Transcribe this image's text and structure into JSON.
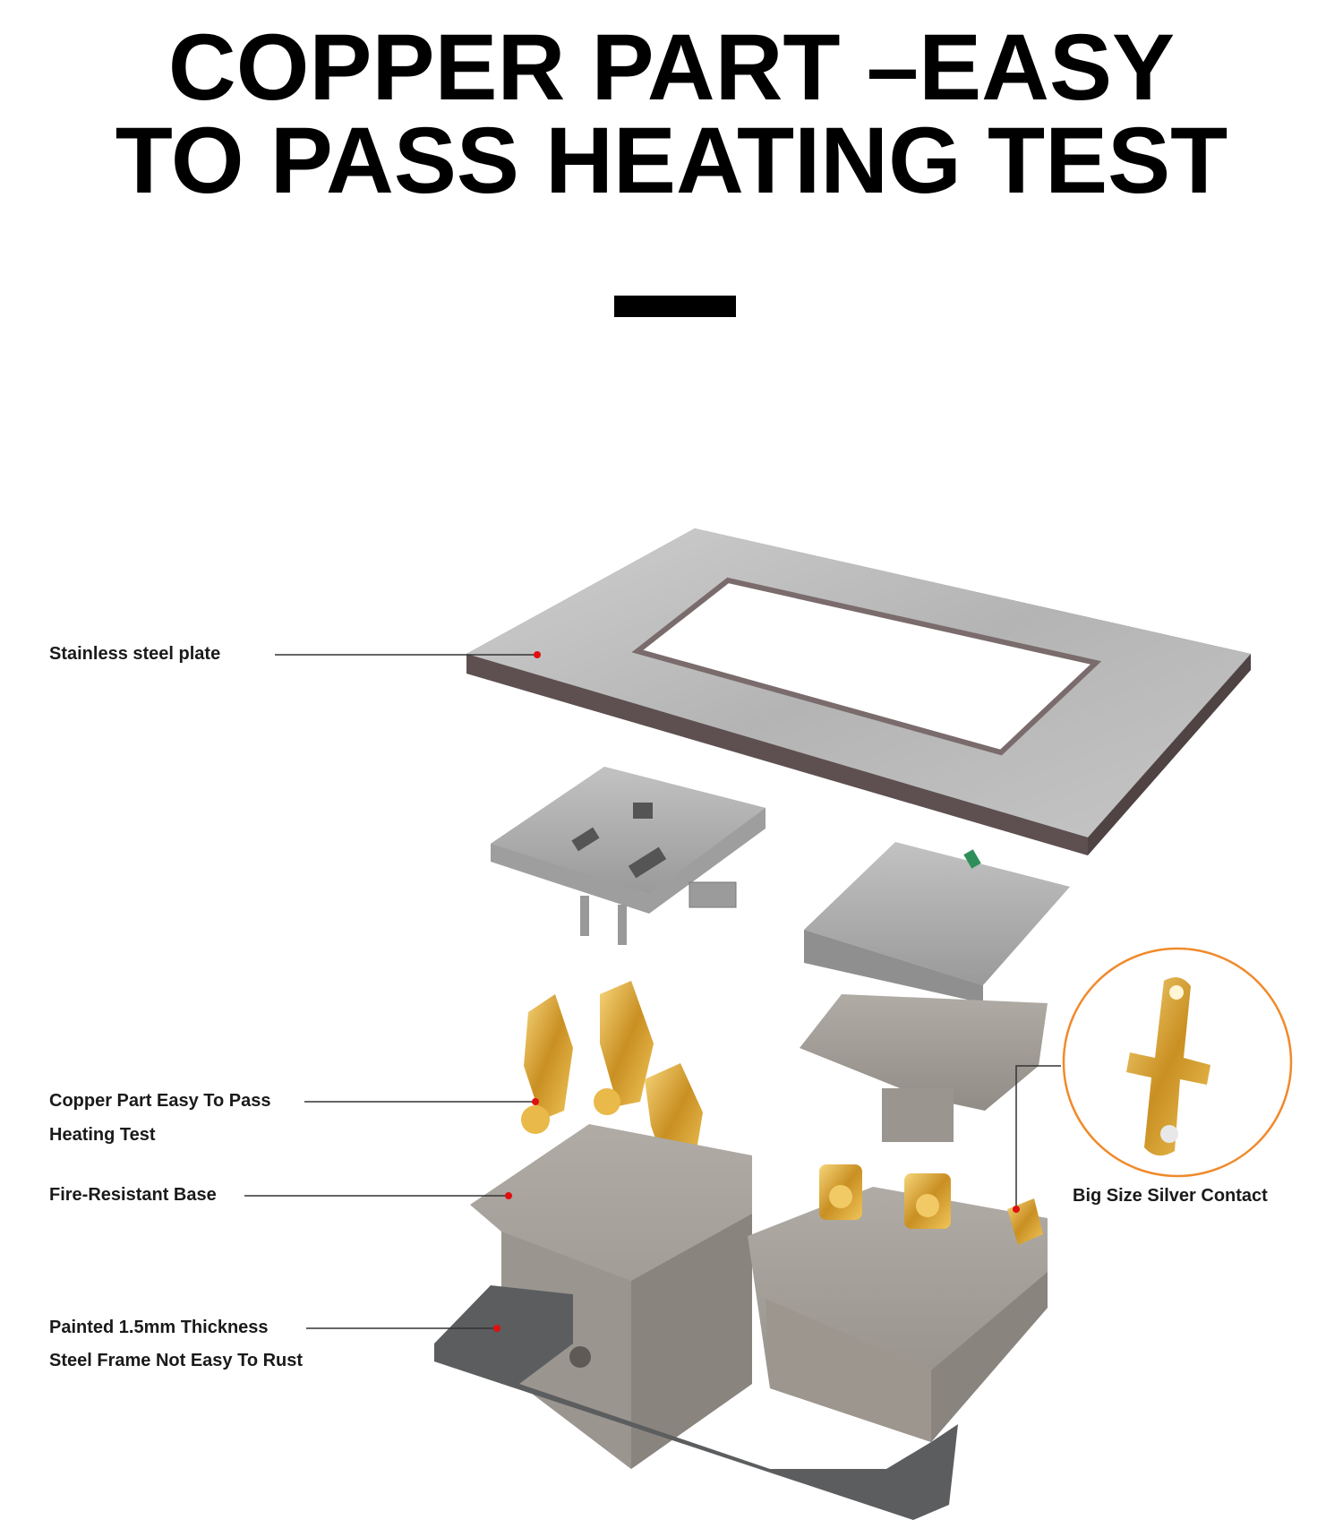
{
  "headline": {
    "line1": "COPPER PART –EASY",
    "line2": "TO PASS HEATING TEST"
  },
  "labels": {
    "stainless": "Stainless steel plate",
    "copper_line1": "Copper Part Easy To Pass",
    "copper_line2": "Heating Test",
    "base": "Fire-Resistant Base",
    "frame_line1": "Painted 1.5mm Thickness",
    "frame_line2": "Steel Frame Not Easy To Rust",
    "silver": "Big Size Silver Contact"
  },
  "colors": {
    "marker": "#e01010",
    "callout_circle": "#f08a2a",
    "plate_face": "#b9b9b9",
    "plate_edge": "#6d5d5e",
    "module_grey": "#a8a8a8",
    "base_grey": "#a39e98",
    "brass": "#d9a83a",
    "frame_dark": "#5b5d5f"
  }
}
